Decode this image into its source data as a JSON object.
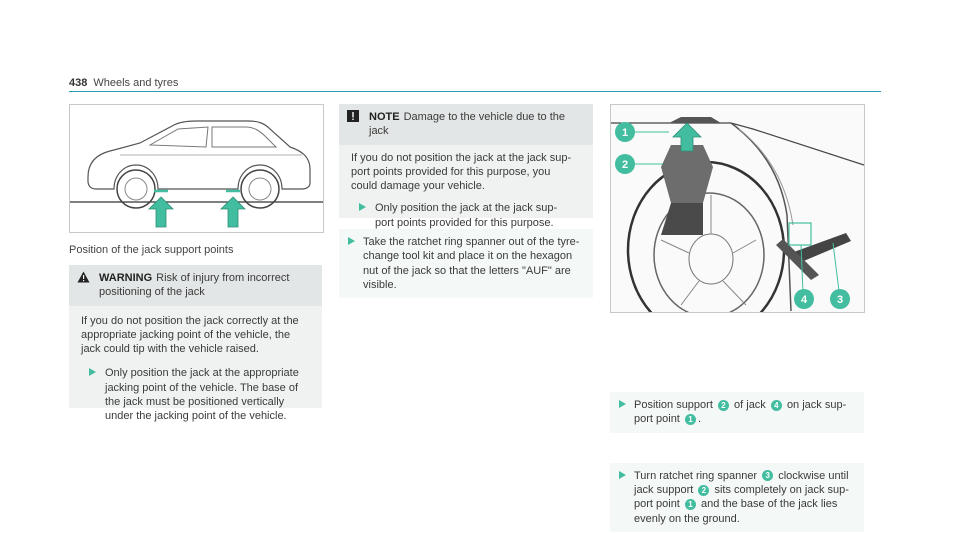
{
  "header": {
    "page_number": "438",
    "section": "Wheels and tyres"
  },
  "figure_car": {
    "caption": "Position of the jack support points"
  },
  "warning": {
    "icon": "warning-triangle-icon",
    "keyword": "WARNING",
    "title_line1": "Risk of injury from incorrect",
    "title_line2": "positioning of the jack",
    "body_lines": [
      "If you do not position the jack correctly at the",
      "appropriate jacking point of the vehicle, the",
      "jack could tip with the vehicle raised."
    ],
    "step_lines": [
      "Only position the jack at the appropriate",
      "jacking point of the vehicle. The base of",
      "the jack must be positioned vertically",
      "under the jacking point of the vehicle."
    ]
  },
  "note": {
    "icon": "exclamation-icon",
    "keyword": "NOTE",
    "title_line1": "Damage to the vehicle due to the",
    "title_line2": "jack",
    "body_lines": [
      "If you do not position the jack at the jack sup-",
      "port points provided for this purpose, you",
      "could damage your vehicle."
    ],
    "step_lines": [
      "Only position the jack at the jack sup-",
      "port points provided for this purpose."
    ]
  },
  "step_middle": {
    "lines": [
      "Take the ratchet ring spanner out of the tyre-",
      "change tool kit and place it on the hexagon",
      "nut of the jack so that the letters \"AUF\" are",
      "visible."
    ]
  },
  "figure_jack": {
    "callouts": [
      "1",
      "2",
      "3",
      "4"
    ]
  },
  "step_right_1": {
    "line1_a": "Position support",
    "n2": "2",
    "line1_b": "of jack",
    "n4": "4",
    "line1_c": "on jack sup-",
    "line2_a": "port point",
    "n1": "1",
    "line2_b": "."
  },
  "step_right_2": {
    "line1_a": "Turn ratchet ring spanner",
    "n3": "3",
    "line1_b": "clockwise until",
    "line2_a": "jack support",
    "n2": "2",
    "line2_b": "sits completely on jack sup-",
    "line3_a": "port point",
    "n1": "1",
    "line3_b": "and the base of the jack lies",
    "line4": "evenly on the ground."
  },
  "colors": {
    "accent": "#43bd9f",
    "rule": "#2a9db2"
  }
}
